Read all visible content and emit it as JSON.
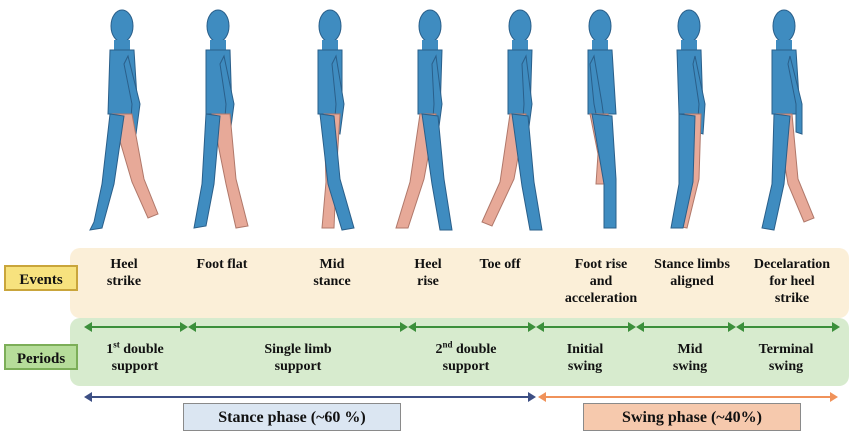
{
  "colors": {
    "body": "#3f8cc0",
    "leg": "#e7a998",
    "outline": "#2a5f8a",
    "events_band": "#fbefd8",
    "periods_band": "#d7ebce",
    "period_arrow": "#3b8f3b",
    "stance_arrow": "#3d4f84",
    "swing_arrow": "#f0925a"
  },
  "rows": {
    "events_label": "Events",
    "periods_label": "Periods"
  },
  "events": [
    {
      "label": "Heel\nstrike"
    },
    {
      "label": "Foot flat"
    },
    {
      "label": "Mid\nstance"
    },
    {
      "label": "Heel\nrise"
    },
    {
      "label": "Toe off"
    },
    {
      "label": "Foot rise\nand\nacceleration"
    },
    {
      "label": "Stance limbs\naligned"
    },
    {
      "label": "Decelaration\nfor heel\nstrike"
    }
  ],
  "periods": [
    {
      "ordinal": "1",
      "sup": "st",
      "label": " double\nsupport"
    },
    {
      "label": "Single limb\nsupport"
    },
    {
      "ordinal": "2",
      "sup": "nd",
      "label": " double\nsupport"
    },
    {
      "label": "Initial\nswing"
    },
    {
      "label": "Mid\nswing"
    },
    {
      "label": "Terminal\nswing"
    }
  ],
  "phases": {
    "stance": "Stance phase (~60 %)",
    "swing": "Swing phase (~40%)"
  }
}
